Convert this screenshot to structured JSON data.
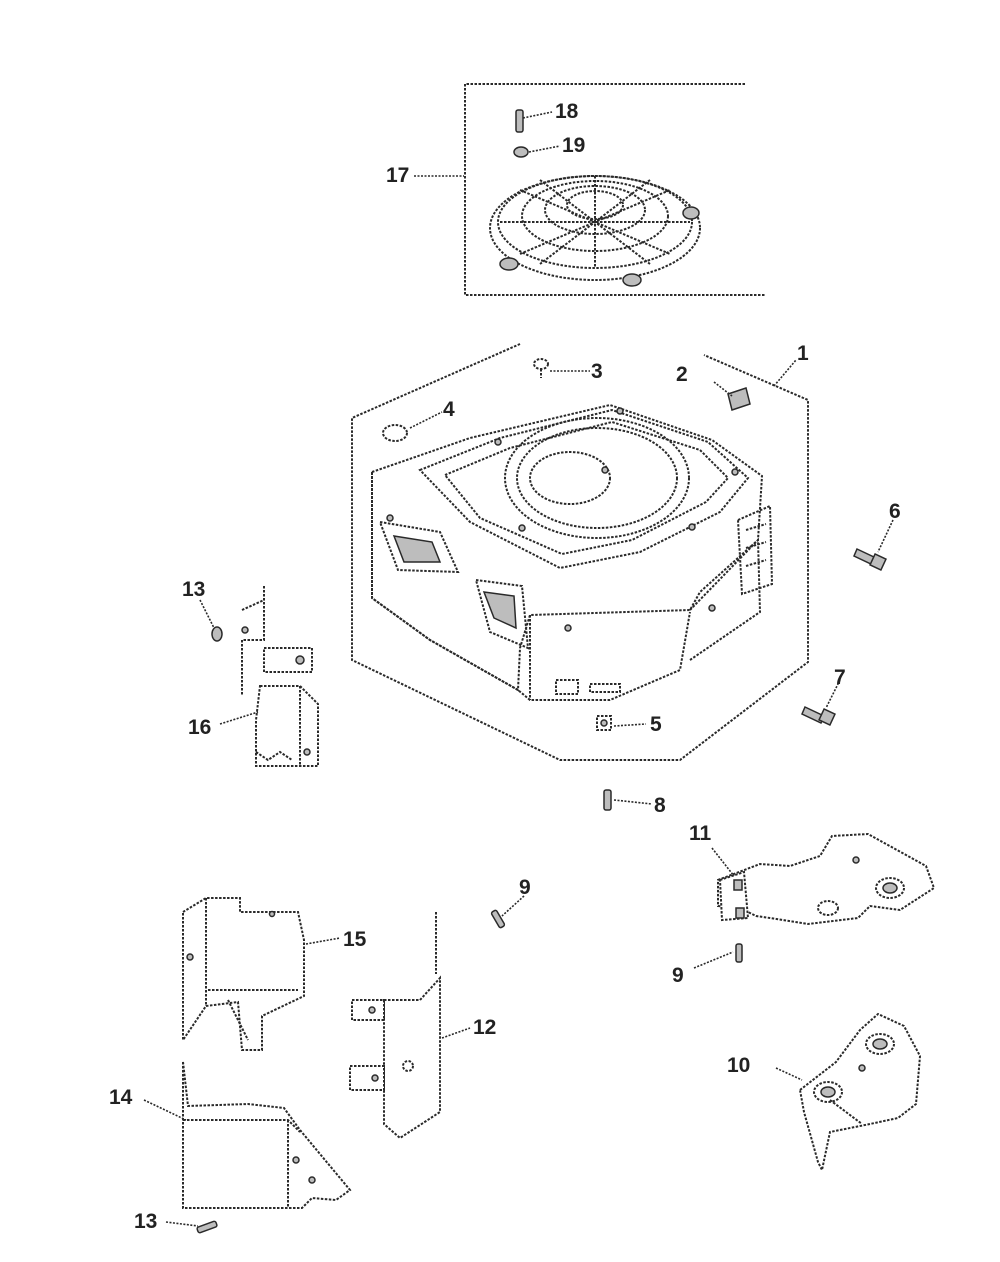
{
  "labels": {
    "p1": "1",
    "p2": "2",
    "p3": "3",
    "p4": "4",
    "p5": "5",
    "p6": "6",
    "p7": "7",
    "p8": "8",
    "p9a": "9",
    "p9b": "9",
    "p10": "10",
    "p11": "11",
    "p12": "12",
    "p13a": "13",
    "p13b": "13",
    "p14": "14",
    "p15": "15",
    "p16": "16",
    "p17": "17",
    "p18": "18",
    "p19": "19"
  }
}
